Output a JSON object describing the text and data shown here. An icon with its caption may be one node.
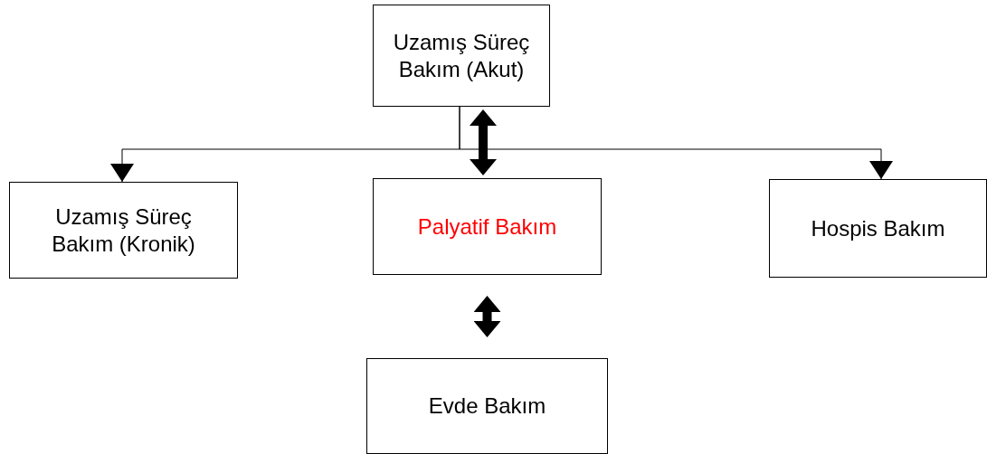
{
  "diagram": {
    "nodes": [
      {
        "text": [
          "Uzamış Süreç Bakım (Akut)"
        ]
      },
      {
        "text": [
          "Uzamış Süreç Bakım (Kronik)"
        ]
      },
      {
        "text": [
          "Palyatif Bakım"
        ]
      },
      {
        "text": [
          "Hospis Bakım"
        ]
      },
      {
        "text": [
          "Evde Bakım"
        ]
      }
    ],
    "edges": [
      {
        "from": 0,
        "to": 1,
        "arrow": "to"
      },
      {
        "from": 0,
        "to": 3,
        "arrow": "to"
      },
      {
        "from": 0,
        "to": 2,
        "arrow": "both",
        "style": "thick"
      },
      {
        "from": 2,
        "to": 4,
        "arrow": "both",
        "style": "thick"
      }
    ]
  }
}
